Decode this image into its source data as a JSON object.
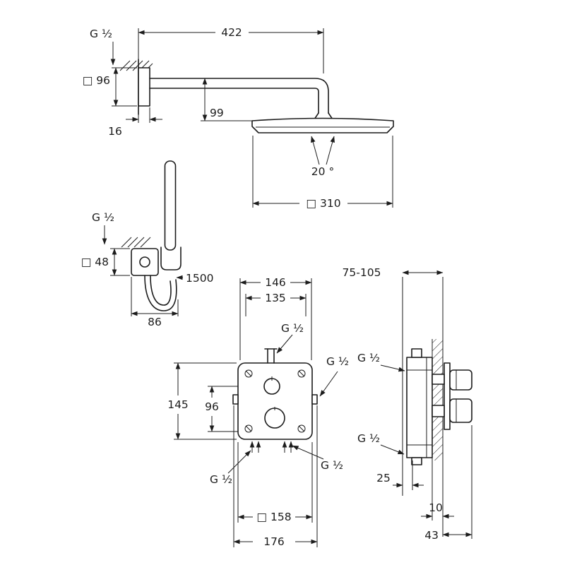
{
  "drawing": {
    "background_color": "#ffffff",
    "line_color": "#1c1c1c"
  },
  "head_shower_view": {
    "arm_length": "422",
    "thread": "G ¹⁄₂",
    "wall_plate": "□ 96",
    "plate_depth": "16",
    "head_height": "99",
    "spray_angle": "20 °",
    "head_width": "□ 310"
  },
  "hand_shower_view": {
    "thread": "G ¹⁄₂",
    "wall_plate": "□ 48",
    "hose_length": "1500",
    "outlet_offset": "86"
  },
  "mixer_front_view": {
    "width_outer": "146",
    "width_inner": "135",
    "thread_top": "G ¹⁄₂",
    "height": "145",
    "port_spacing": "96",
    "thread_right": "G ¹⁄₂",
    "thread_bottom_right": "G ¹⁄₂",
    "thread_bottom_left": "G ¹⁄₂",
    "box_size": "□ 158",
    "width_total": "176"
  },
  "mixer_side_view": {
    "install_depth_range": "75-105",
    "thread_top": "G ¹⁄₂",
    "thread_bottom": "G ¹⁄₂",
    "depth_offset": "25",
    "trim_depth": "10",
    "handle_depth": "43"
  }
}
